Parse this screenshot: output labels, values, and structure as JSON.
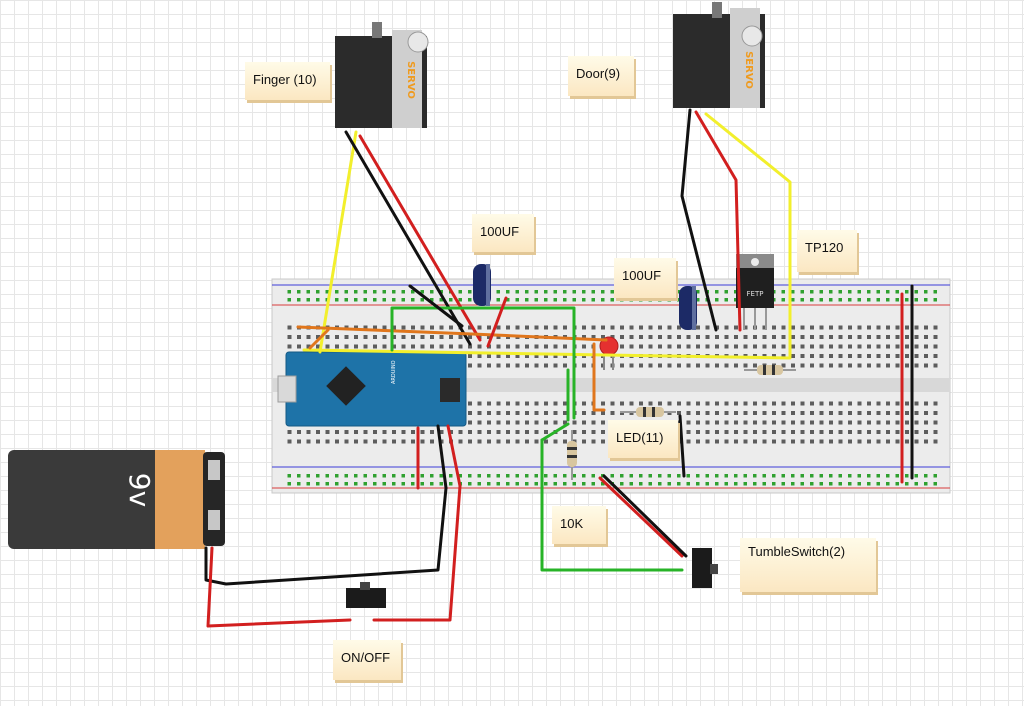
{
  "labels": {
    "finger": "Finger (10)",
    "door": "Door(9)",
    "cap1": "100UF",
    "cap2": "100UF",
    "tp120": "TP120",
    "led": "LED(11)",
    "resistor": "10K",
    "tumble": "TumbleSwitch(2)",
    "onoff": "ON/OFF"
  },
  "components": {
    "battery_label": "9v",
    "servo_text": "SERVO",
    "arduino_text": "ARDUINO",
    "transistor_text": "FETP"
  },
  "colors": {
    "wire_red": "#d21f1f",
    "wire_black": "#111111",
    "wire_yellow": "#f2ef2c",
    "wire_green": "#27b327",
    "wire_orange": "#e0761c",
    "arduino_blue": "#1e73a8",
    "battery_orange": "#e3a15c"
  }
}
